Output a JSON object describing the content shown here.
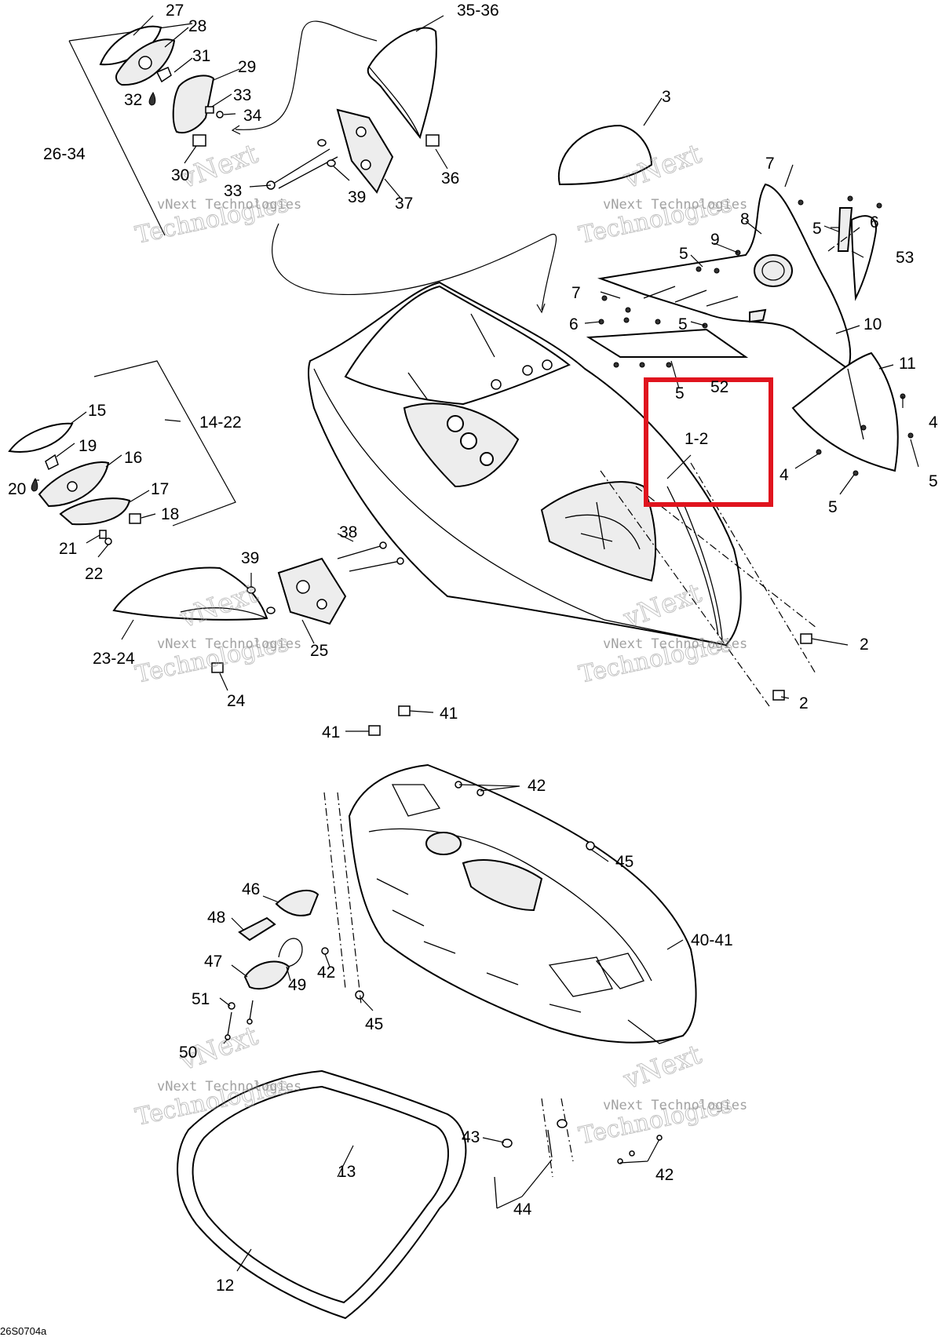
{
  "callouts": {
    "c27": "27",
    "c28": "28",
    "c31": "31",
    "c29": "29",
    "c32": "32",
    "c33a": "33",
    "c34": "34",
    "c26_34": "26-34",
    "c30": "30",
    "c33b": "33",
    "c39a": "39",
    "c37": "37",
    "c35_36": "35-36",
    "c36": "36",
    "c3": "3",
    "c7a": "7",
    "c8": "8",
    "c9": "9",
    "c5a": "5",
    "c6a": "6",
    "c5b": "5",
    "c53": "53",
    "c7b": "7",
    "c6b": "6",
    "c5c": "5",
    "c10": "10",
    "c5d": "5",
    "c52": "52",
    "c11": "11",
    "c4a": "4",
    "c4b": "4",
    "c5e": "5",
    "c5f": "5",
    "c1_2": "1-2",
    "c15": "15",
    "c14_22": "14-22",
    "c19": "19",
    "c16": "16",
    "c20": "20",
    "c17": "17",
    "c18": "18",
    "c21": "21",
    "c22": "22",
    "c38": "38",
    "c39b": "39",
    "c25": "25",
    "c23_24": "23-24",
    "c24": "24",
    "c2a": "2",
    "c2b": "2",
    "c41a": "41",
    "c41b": "41",
    "c42a": "42",
    "c45a": "45",
    "c46": "46",
    "c48": "48",
    "c40_41": "40-41",
    "c47": "47",
    "c42b": "42",
    "c49": "49",
    "c51": "51",
    "c45b": "45",
    "c50": "50",
    "c43": "43",
    "c42c": "42",
    "c13": "13",
    "c44": "44",
    "c12": "12"
  },
  "watermark": {
    "line1": "vNext",
    "line2": "vNext Technologies",
    "line3": "Technologies"
  },
  "figure_code": "26S0704a",
  "colors": {
    "highlight": "#e0141e",
    "ink": "#000000",
    "watermark": "#9a9a9a"
  }
}
